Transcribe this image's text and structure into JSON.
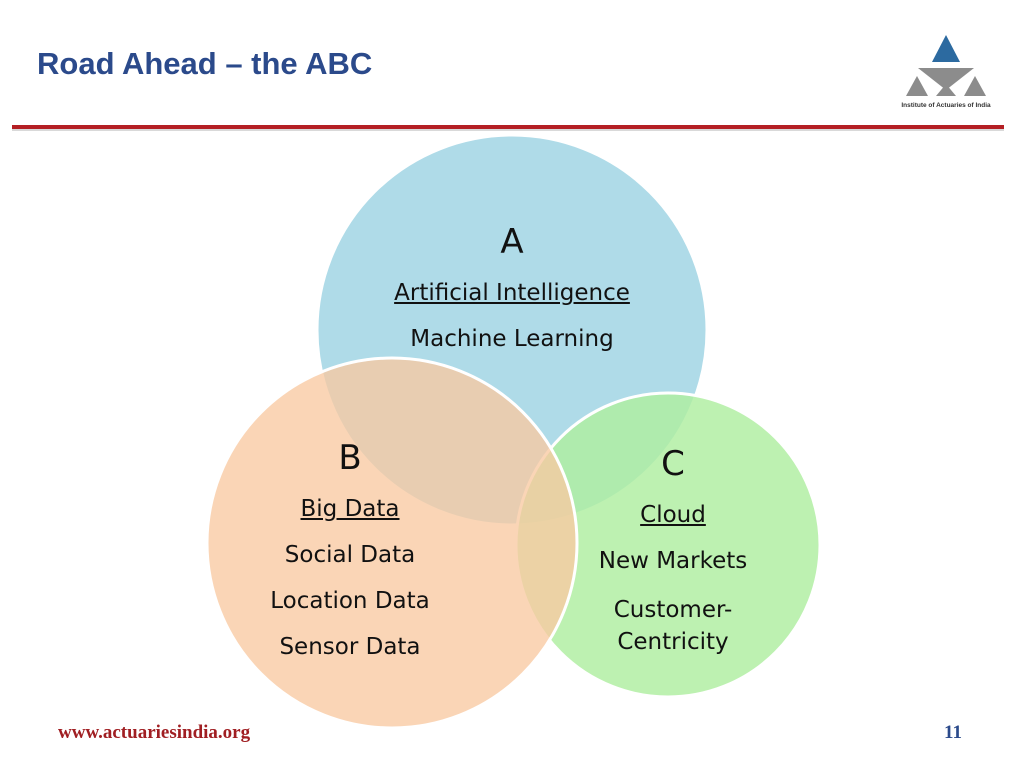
{
  "slide": {
    "title": "Road Ahead – the ABC",
    "logo_caption": "Institute of Actuaries of India",
    "footer_url": "www.actuariesindia.org",
    "page_number": "11"
  },
  "colors": {
    "title": "#2b4a8b",
    "rule": "#b41f24",
    "footer": "#a01e22",
    "set_a": "#a8d8e6",
    "set_b": "#f8c9a1",
    "set_c": "#aeeea0"
  },
  "diagram": {
    "type": "venn",
    "sets": [
      {
        "id": "a",
        "letter": "A",
        "items": [
          "Artificial Intelligence",
          "Machine Learning"
        ]
      },
      {
        "id": "b",
        "letter": "B",
        "items": [
          "Big Data",
          "Social Data",
          "Location Data",
          "Sensor Data"
        ]
      },
      {
        "id": "c",
        "letter": "C",
        "items": [
          "Cloud",
          "New Markets",
          "Customer-\nCentricity"
        ]
      }
    ]
  }
}
